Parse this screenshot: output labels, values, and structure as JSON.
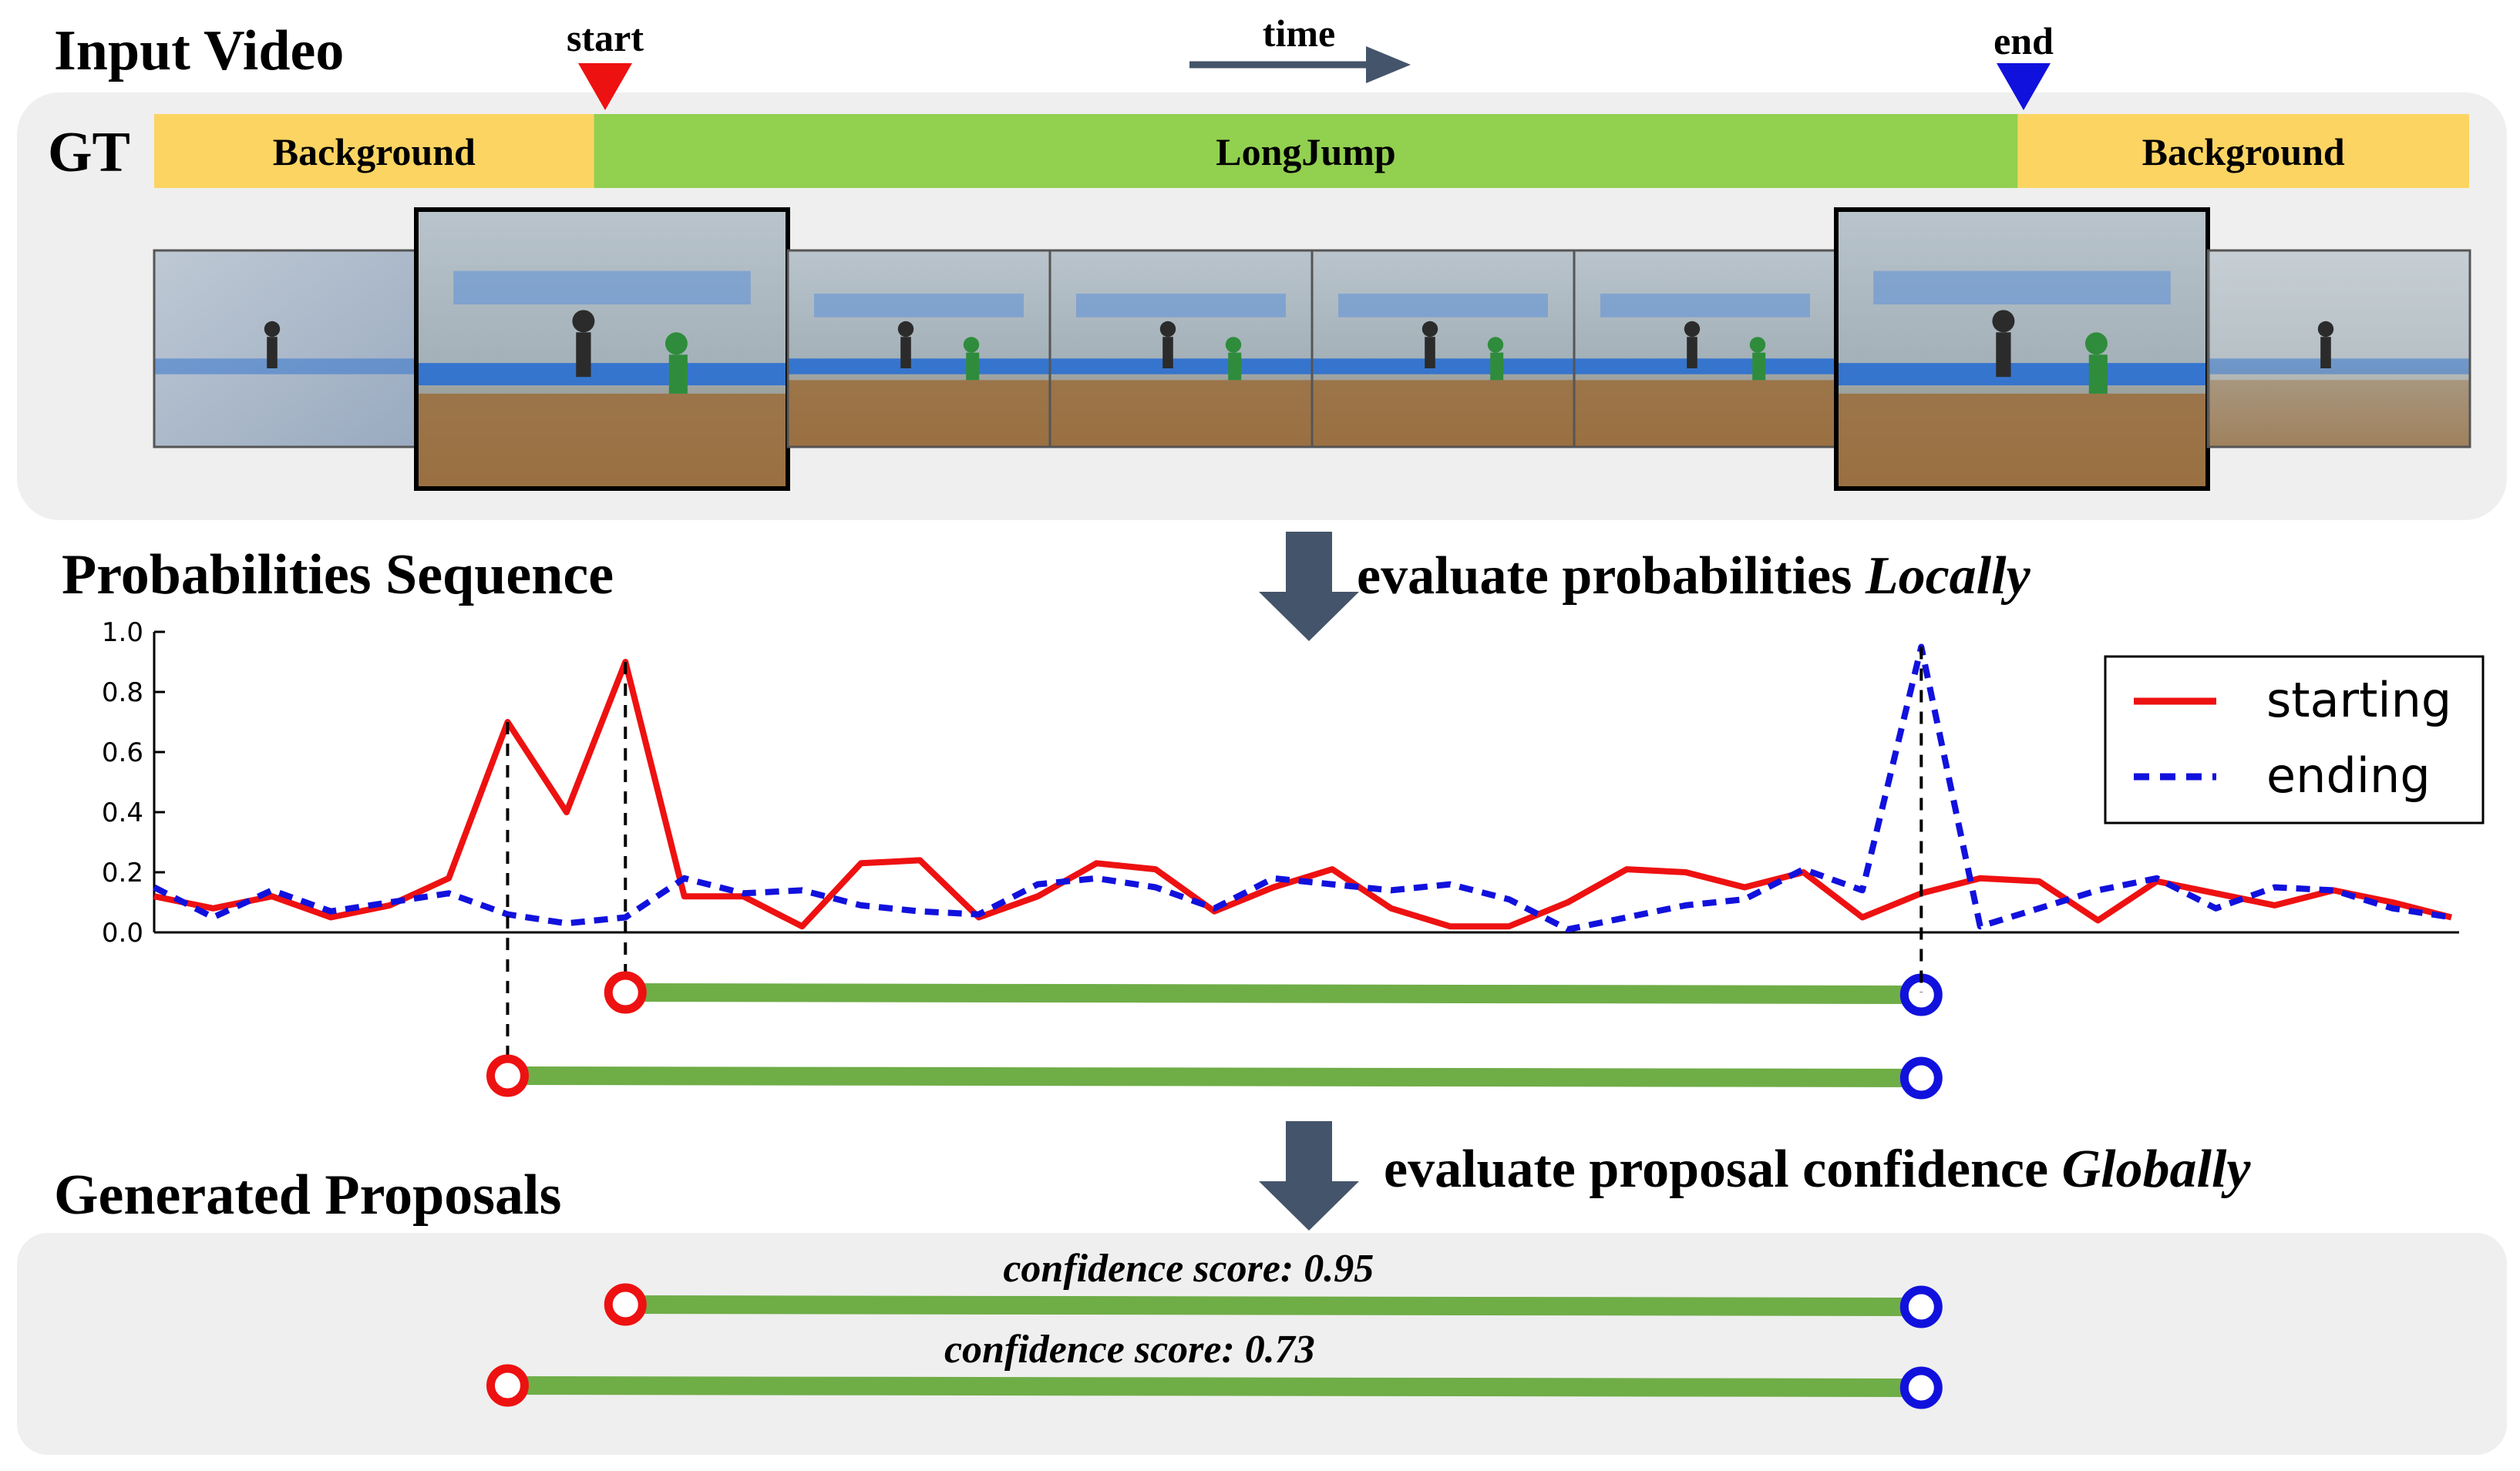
{
  "sections": {
    "input_video": "Input Video",
    "probabilities": "Probabilities Sequence",
    "proposals": "Generated Proposals"
  },
  "gt": {
    "label": "GT",
    "segments": [
      {
        "label": "Background",
        "start": 0.0,
        "end": 0.19
      },
      {
        "label": "LongJump",
        "start": 0.19,
        "end": 0.805
      },
      {
        "label": "Background",
        "start": 0.805,
        "end": 1.0
      }
    ],
    "start_marker": "start",
    "end_marker": "end",
    "time_label": "time"
  },
  "steps": {
    "local_prefix": "evaluate probabilities ",
    "local_emph": "Locally",
    "global_prefix": "evaluate proposal confidence ",
    "global_emph": "Globally"
  },
  "frames": [
    {
      "name": "frame-running-track",
      "highlighted": false
    },
    {
      "name": "frame-takeoff-board",
      "highlighted": true
    },
    {
      "name": "frame-jump-1",
      "highlighted": false
    },
    {
      "name": "frame-jump-2",
      "highlighted": false
    },
    {
      "name": "frame-jump-3",
      "highlighted": false
    },
    {
      "name": "frame-jump-4",
      "highlighted": false
    },
    {
      "name": "frame-landing-sandpit",
      "highlighted": true
    },
    {
      "name": "frame-after-landing",
      "highlighted": false
    }
  ],
  "chart_data": {
    "type": "line",
    "ylim": [
      0,
      1.0
    ],
    "yticks": [
      "0.0",
      "0.2",
      "0.4",
      "0.6",
      "0.8",
      "1.0"
    ],
    "legend_position": "top-right",
    "series": [
      {
        "name": "starting",
        "color": "#ee1111",
        "style": "solid",
        "values": [
          0.12,
          0.08,
          0.12,
          0.05,
          0.09,
          0.18,
          0.7,
          0.4,
          0.9,
          0.12,
          0.12,
          0.02,
          0.23,
          0.24,
          0.05,
          0.12,
          0.23,
          0.21,
          0.07,
          0.15,
          0.21,
          0.08,
          0.02,
          0.02,
          0.1,
          0.21,
          0.2,
          0.15,
          0.2,
          0.05,
          0.13,
          0.18,
          0.17,
          0.04,
          0.17,
          0.13,
          0.09,
          0.14,
          0.1,
          0.05
        ]
      },
      {
        "name": "ending",
        "color": "#1111dd",
        "style": "dashed",
        "values": [
          0.15,
          0.05,
          0.14,
          0.07,
          0.1,
          0.13,
          0.06,
          0.03,
          0.05,
          0.18,
          0.13,
          0.14,
          0.09,
          0.07,
          0.06,
          0.16,
          0.18,
          0.15,
          0.08,
          0.18,
          0.16,
          0.14,
          0.16,
          0.11,
          0.01,
          0.05,
          0.09,
          0.11,
          0.21,
          0.14,
          0.95,
          0.02,
          0.08,
          0.14,
          0.18,
          0.08,
          0.15,
          0.14,
          0.08,
          0.05
        ]
      }
    ]
  },
  "candidates": [
    {
      "start_index": 8,
      "end_index": 30
    },
    {
      "start_index": 6,
      "end_index": 30
    }
  ],
  "proposals": [
    {
      "label": "confidence score: 0.95",
      "start_index": 8,
      "end_index": 30
    },
    {
      "label": "confidence score: 0.73",
      "start_index": 6,
      "end_index": 30
    }
  ],
  "colors": {
    "background_segment": "#fcd462",
    "action_segment": "#92d050",
    "proposal_bar": "#6fad47",
    "start_marker": "#ee1111",
    "end_marker": "#1111dd",
    "arrow": "#44546a",
    "panel": "#efefef"
  }
}
